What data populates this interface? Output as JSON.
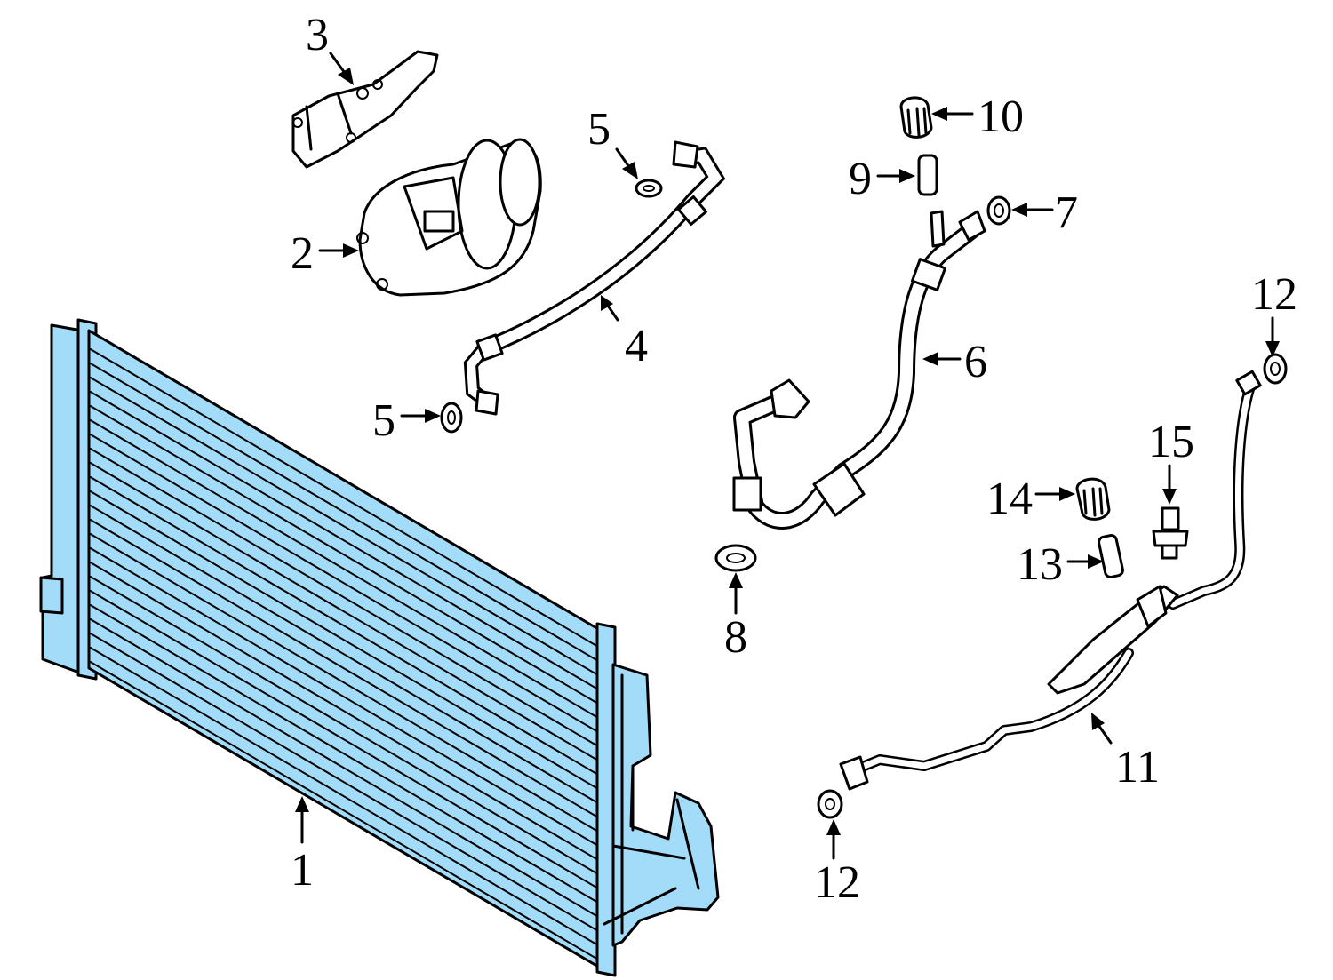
{
  "diagram": {
    "highlight_color": "#a3dcf8",
    "line_color": "#000000",
    "callouts": [
      {
        "id": "c1",
        "label": "1"
      },
      {
        "id": "c2",
        "label": "2"
      },
      {
        "id": "c3",
        "label": "3"
      },
      {
        "id": "c4",
        "label": "4"
      },
      {
        "id": "c5a",
        "label": "5"
      },
      {
        "id": "c5b",
        "label": "5"
      },
      {
        "id": "c6",
        "label": "6"
      },
      {
        "id": "c7",
        "label": "7"
      },
      {
        "id": "c8",
        "label": "8"
      },
      {
        "id": "c9",
        "label": "9"
      },
      {
        "id": "c10",
        "label": "10"
      },
      {
        "id": "c11",
        "label": "11"
      },
      {
        "id": "c12a",
        "label": "12"
      },
      {
        "id": "c12b",
        "label": "12"
      },
      {
        "id": "c13",
        "label": "13"
      },
      {
        "id": "c14",
        "label": "14"
      },
      {
        "id": "c15",
        "label": "15"
      }
    ]
  }
}
